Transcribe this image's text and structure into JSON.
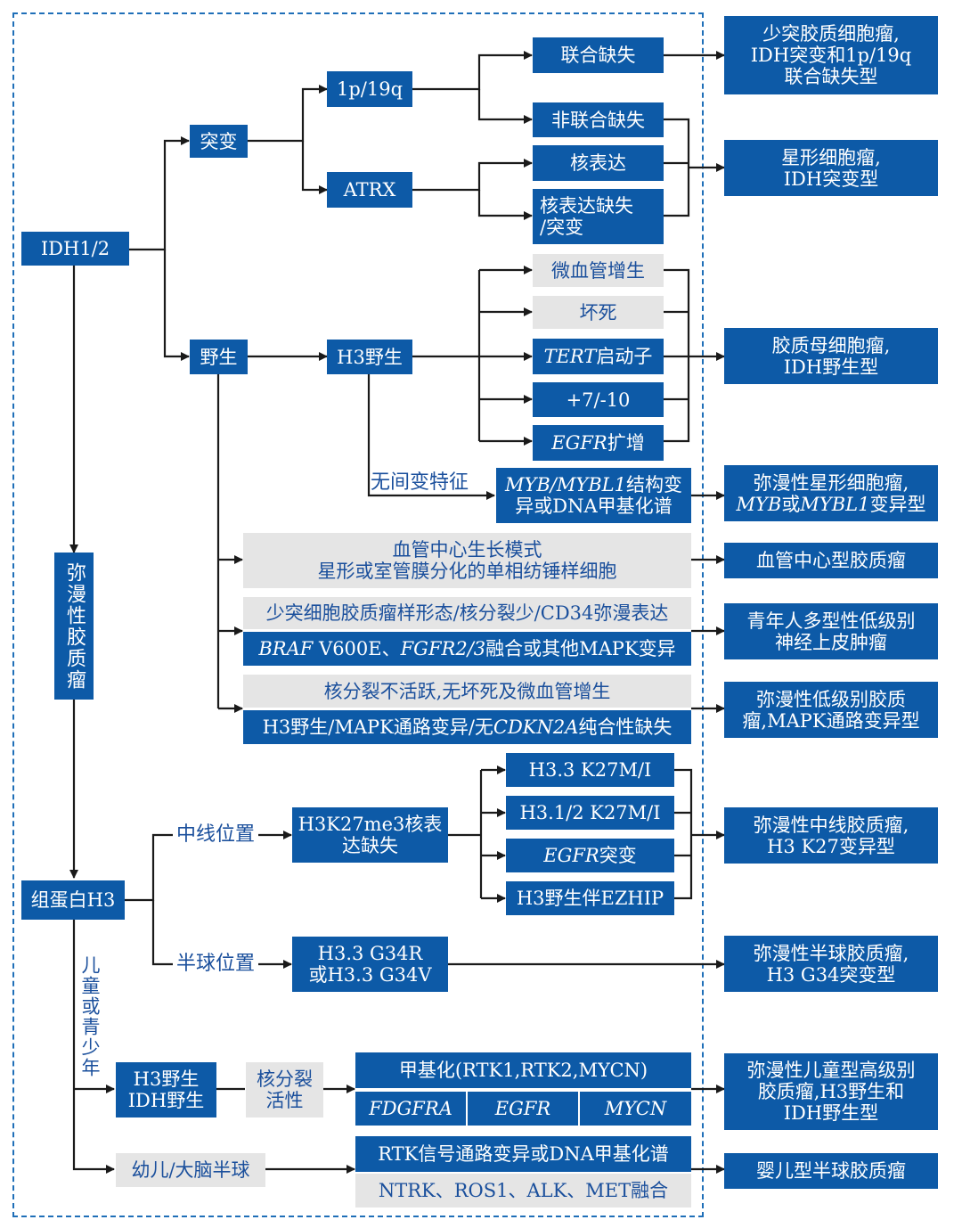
{
  "colors": {
    "box": "#0d5aa7",
    "grey": "#e5e5e5",
    "text_blue": "#1a4f9c",
    "border": "#1f6fb8",
    "wire": "#1a1a1a"
  },
  "nodes": {
    "idh": "IDH1/2",
    "mutant": "突变",
    "codel_1p19q": "1p/19q",
    "atrx": "ATRX",
    "co_deleted": "联合缺失",
    "non_co_deleted": "非联合缺失",
    "nuclear_expr": "核表达",
    "nuclear_loss": "核表达缺失\n/突变",
    "wildtype": "野生",
    "h3_wt": "H3野生",
    "microvascular": "微血管增生",
    "necrosis": "坏死",
    "tert": "启动子",
    "tert_italic": "TERT",
    "chr_7_10": "+7/-10",
    "egfr_amp_italic": "EGFR",
    "egfr_amp": "扩增",
    "no_features": "无间变特征",
    "myb_line1_italic": "MYB/MYBL1",
    "myb_line1": "结构变",
    "myb_line2": "异或DNA甲基化谱",
    "diffuse_glioma": "弥漫性胶质瘤",
    "angiocentric": "血管中心生长模式\n星形或室管膜分化的单相纺锤样细胞",
    "odg_like": "少突细胞胶质瘤样形态/核分裂少/CD34弥漫表达",
    "braf_italic": "BRAF",
    "braf_mid": "V600E、",
    "fgfr_italic": "FGFR2/3",
    "braf_rest": "融合或其他MAPK变异",
    "mitosis_inactive": "核分裂不活跃,无坏死及微血管增生",
    "mapk_line_a": "H3野生/MAPK通路变异/无",
    "cdkn2a_italic": "CDKN2A",
    "mapk_line_b": "纯合性缺失",
    "h33k27m": "H3.3 K27M/I",
    "h312k27m": "H3.1/2 K27M/I",
    "egfr_mut_italic": "EGFR",
    "egfr_mut": "突变",
    "h3wt_ezhip": "H3野生伴EZHIP",
    "midline": "中线位置",
    "h3k27me3": "H3K27me3核表\n达缺失",
    "histone_h3": "组蛋白H3",
    "hemispheric": "半球位置",
    "g34": "H3.3 G34R\n或H3.3 G34V",
    "child_youth": "儿童或青少年",
    "h3wt_idhwt": "H3野生\nIDH野生",
    "mitosis_active": "核分裂\n活性",
    "methylation": "甲基化(RTK1,RTK2,MYCN)",
    "fdgfra": "FDGFRA",
    "egfr_3": "EGFR",
    "mycn": "MYCN",
    "infant": "幼儿/大脑半球",
    "rtk": "RTK信号通路变异或DNA甲基化谱",
    "fusions": "NTRK、ROS1、ALK、MET融合"
  },
  "outcomes": {
    "oligodendroglioma": "少突胶质细胞瘤,\nIDH突变和1p/19q\n联合缺失型",
    "astrocytoma": "星形细胞瘤,\nIDH突变型",
    "glioblastoma": "胶质母细胞瘤,\nIDH野生型",
    "diffuse_astro_myb_a": "弥漫性星形细胞瘤,",
    "diffuse_astro_myb_b1": "MYB",
    "diffuse_astro_myb_b2": "或",
    "diffuse_astro_myb_b3": "MYBL1",
    "diffuse_astro_myb_b4": "变异型",
    "angiocentric_glioma": "血管中心型胶质瘤",
    "pllnty": "青年人多型性低级别\n神经上皮肿瘤",
    "diffuse_lgg_mapk": "弥漫性低级别胶质\n瘤,MAPK通路变异型",
    "midline_glioma": "弥漫性中线胶质瘤,\nH3 K27变异型",
    "hemispheric_glioma": "弥漫性半球胶质瘤,\nH3 G34突变型",
    "pediatric_hgg": "弥漫性儿童型高级别\n胶质瘤,H3野生和\nIDH野生型",
    "infant_hemispheric": "婴儿型半球胶质瘤"
  }
}
